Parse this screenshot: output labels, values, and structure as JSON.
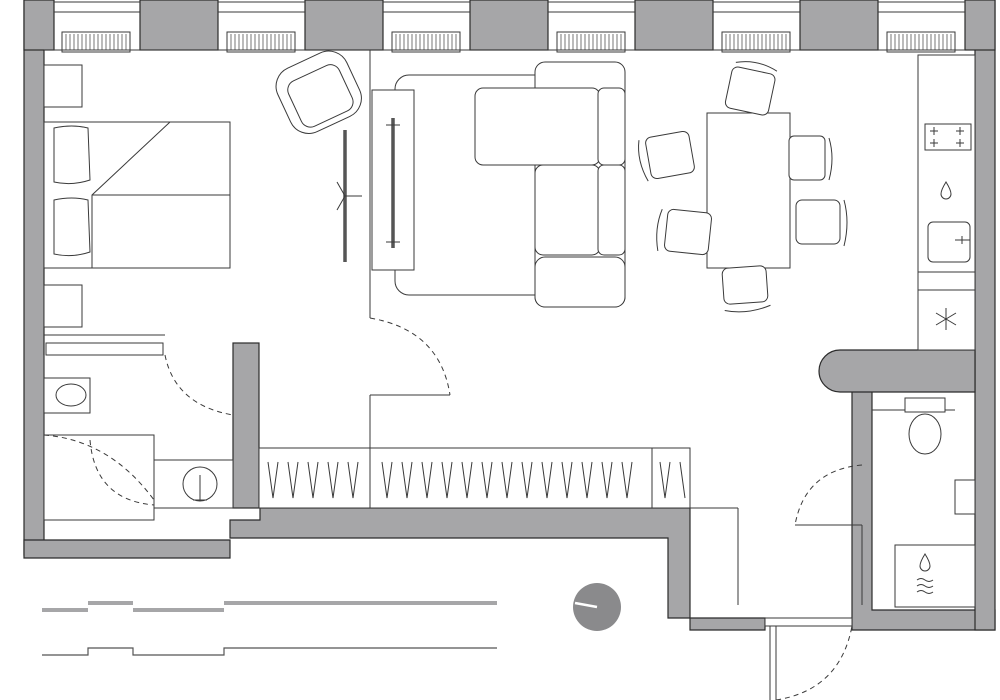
{
  "plan": {
    "rooms": [
      "bedroom",
      "living-room",
      "dining-area",
      "kitchen",
      "bathroom",
      "toilet",
      "hallway"
    ],
    "colors": {
      "wall": "#a6a6a8",
      "line": "#3a3a3a",
      "background": "#ffffff"
    },
    "icons": [
      "droplet-icon",
      "snowflake-icon",
      "waves-icon",
      "compass-icon"
    ]
  }
}
